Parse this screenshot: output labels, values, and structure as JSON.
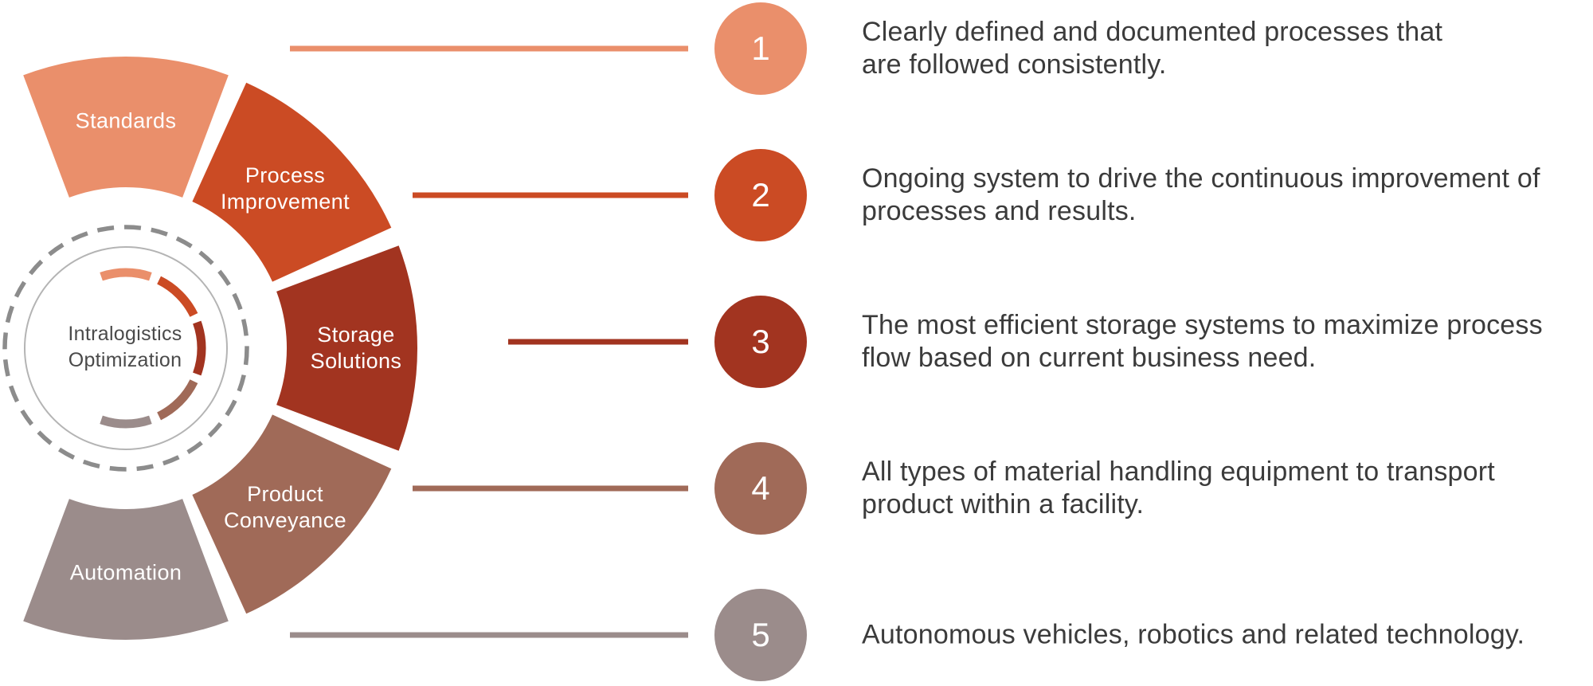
{
  "diagram": {
    "center_label": "Intralogistics\nOptimization",
    "segments": [
      {
        "label": "Standards",
        "color": "#EA8F6B"
      },
      {
        "label": "Process\nImprovement",
        "color": "#CB4B24"
      },
      {
        "label": "Storage\nSolutions",
        "color": "#A23420"
      },
      {
        "label": "Product\nConveyance",
        "color": "#A06A58"
      },
      {
        "label": "Automation",
        "color": "#9B8C8B"
      }
    ],
    "rings": {
      "dashed_color": "#8C8C8C",
      "solid_color": "#B4B4B4"
    }
  },
  "items": [
    {
      "number": "1",
      "color": "#EA8F6B",
      "description": "Clearly defined and documented processes that\nare followed consistently."
    },
    {
      "number": "2",
      "color": "#CB4B24",
      "description": "Ongoing system to drive the continuous improvement of\nprocesses and results."
    },
    {
      "number": "3",
      "color": "#A23420",
      "description": "The most efficient storage systems to maximize process\nflow based on current business need."
    },
    {
      "number": "4",
      "color": "#A06A58",
      "description": "All types of material handling equipment to transport\nproduct within a facility."
    },
    {
      "number": "5",
      "color": "#9B8C8B",
      "description": "Autonomous vehicles, robotics and related technology."
    }
  ]
}
